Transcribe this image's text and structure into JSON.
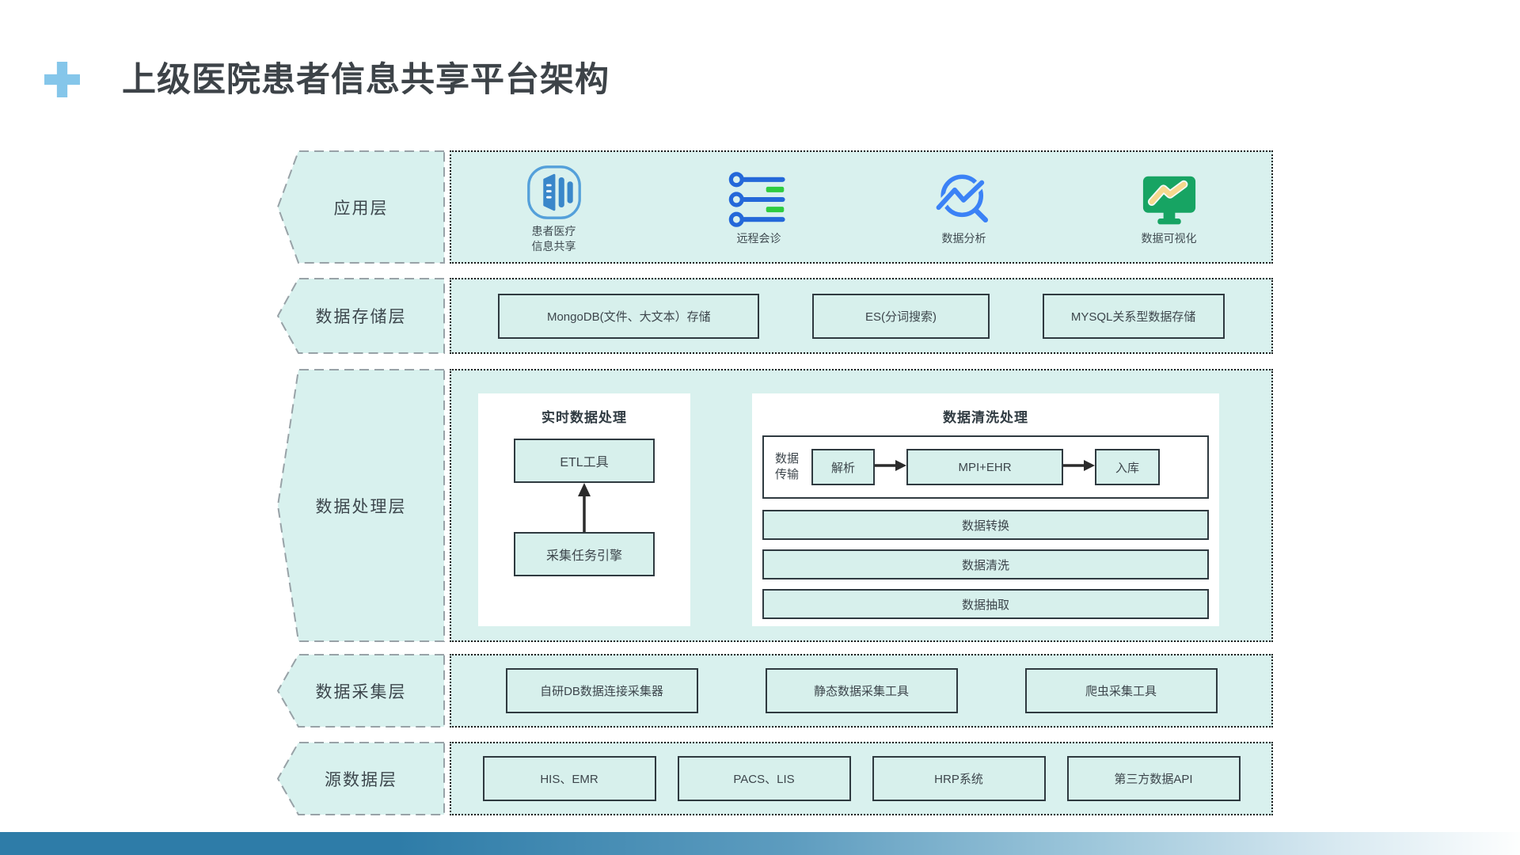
{
  "title": {
    "text": "上级医院患者信息共享平台架构"
  },
  "layers": {
    "application": {
      "label": "应用层",
      "apps": [
        {
          "icon": "patient-info-sharing-icon",
          "caption": "患者医疗\n信息共享"
        },
        {
          "icon": "remote-consultation-icon",
          "caption": "远程会诊"
        },
        {
          "icon": "data-analysis-icon",
          "caption": "数据分析"
        },
        {
          "icon": "data-visualization-icon",
          "caption": "数据可视化"
        }
      ]
    },
    "storage": {
      "label": "数据存储层",
      "boxes": [
        "MongoDB(文件、大文本）存储",
        "ES(分词搜索)",
        "MYSQL关系型数据存储"
      ]
    },
    "processing": {
      "label": "数据处理层",
      "realtime_panel": {
        "title": "实时数据处理",
        "top_box": "ETL工具",
        "bottom_box": "采集任务引擎"
      },
      "cleaning_panel": {
        "title": "数据清洗处理",
        "transport_label": "数据\n传输",
        "pipeline_boxes": [
          "解析",
          "MPI+EHR",
          "入库"
        ],
        "stage_rows": [
          "数据转换",
          "数据清洗",
          "数据抽取"
        ]
      }
    },
    "collection": {
      "label": "数据采集层",
      "boxes": [
        "自研DB数据连接采集器",
        "静态数据采集工具",
        "爬虫采集工具"
      ]
    },
    "source": {
      "label": "源数据层",
      "boxes": [
        "HIS、EMR",
        "PACS、LIS",
        "HRP系统",
        "第三方数据API"
      ]
    }
  },
  "colors": {
    "accent_plus_blue": "#85c6ea",
    "layer_fill_teal": "#d9f1ee",
    "dashed_border_gray": "#98a2a7",
    "dotted_border_black": "#1c1c1c",
    "solid_box_border": "#2f3a40",
    "icon_blue": "#2f80d4",
    "icon_green": "#2ecc40",
    "monitor_green": "#17a463",
    "chart_line_yellow": "#f6d88d",
    "footer_bar_blue": "#2e7ca8",
    "title_text": "#3d4348"
  }
}
